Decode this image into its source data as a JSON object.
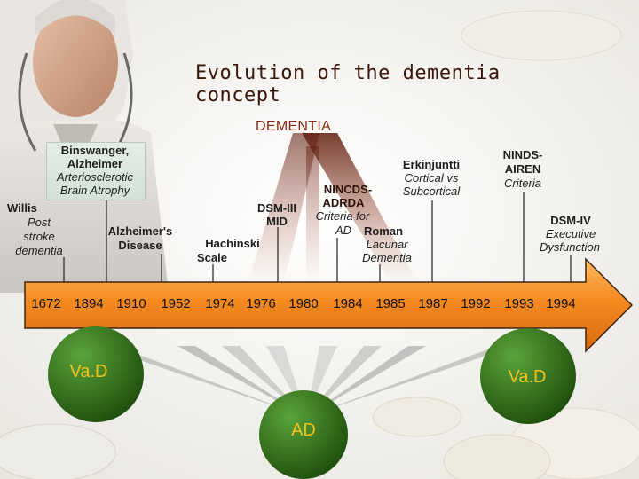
{
  "title": "Evolution of the dementia concept",
  "dementia_label": "DEMENTIA",
  "labels": {
    "binswanger_1": "Binswanger,",
    "binswanger_2": "Alzheimer",
    "arterio_1": "Arteriosclerotic",
    "arterio_2": "Brain Atrophy",
    "willis": "Willis",
    "post": "Post",
    "stroke": "stroke",
    "dementia": "dementia",
    "alz_disease_1": "Alzheimer's",
    "alz_disease_2": "Disease",
    "hachinski_1": "Hachinski",
    "hachinski_2": "Scale",
    "dsm3_1": "DSM-III",
    "dsm3_2": "MID",
    "nincds_1": "NINCDS-",
    "nincds_2": "ADRDA",
    "nincds_3": "Criteria for",
    "nincds_4": "AD",
    "roman": "Roman",
    "lacunar_1": "Lacunar",
    "lacunar_2": "Dementia",
    "erkinjuntti": "Erkinjuntti",
    "cortical_1": "Cortical vs",
    "cortical_2": "Subcortical",
    "ninds_1": "NINDS-",
    "ninds_2": "AIREN",
    "ninds_3": "Criteria",
    "dsm4_1": "DSM-IV",
    "dsm4_2": "Executive",
    "dsm4_3": "Dysfunction"
  },
  "timeline_years": [
    "1672",
    "1894",
    "1910",
    "1952",
    "1974",
    "1976",
    "1980",
    "1984",
    "1985",
    "1987",
    "1992",
    "1993",
    "1994"
  ],
  "circles": {
    "left": "Va.D",
    "right": "Va.D",
    "bottom": "AD"
  },
  "colors": {
    "arrow_fill": "#f58a1f",
    "arrow_light": "#ffb860",
    "circle_green": "#2c6a14",
    "circle_text": "#f2c21b",
    "dementia_text": "#8a2a12",
    "title_text": "#3a1608"
  }
}
